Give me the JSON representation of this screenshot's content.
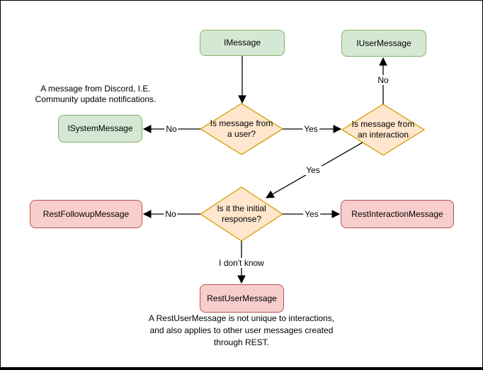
{
  "diagram": {
    "nodes": {
      "imessage": "IMessage",
      "iusermessage": "IUserMessage",
      "isystemmessage": "ISystemMessage",
      "restfollowup": "RestFollowupMessage",
      "restinteraction": "RestInteractionMessage",
      "restuser": "RestUserMessage"
    },
    "decisions": {
      "from_user": "Is message from\na user?",
      "from_interaction": "Is message from\nan interaction",
      "initial_response": "Is it the initial\nresponse?"
    },
    "edge_labels": {
      "user_no": "No",
      "user_yes": "Yes",
      "interaction_no": "No",
      "interaction_yes": "Yes",
      "initial_no": "No",
      "initial_yes": "Yes",
      "initial_unknown": "I don't know"
    },
    "notes": {
      "system_message": "A message from Discord, I.E.\nCommunity update notifications.",
      "rest_user": "A RestUserMessage is not unique to interactions,\nand also applies to other user messages created\nthrough REST."
    },
    "colors": {
      "interface_fill": "#d5e8d4",
      "interface_stroke": "#82b366",
      "decision_fill": "#ffe6cc",
      "decision_stroke": "#d79b00",
      "rest_fill": "#f8cecc",
      "rest_stroke": "#b85450",
      "edge": "#000000",
      "text": "#000000",
      "background": "#ffffff"
    }
  }
}
